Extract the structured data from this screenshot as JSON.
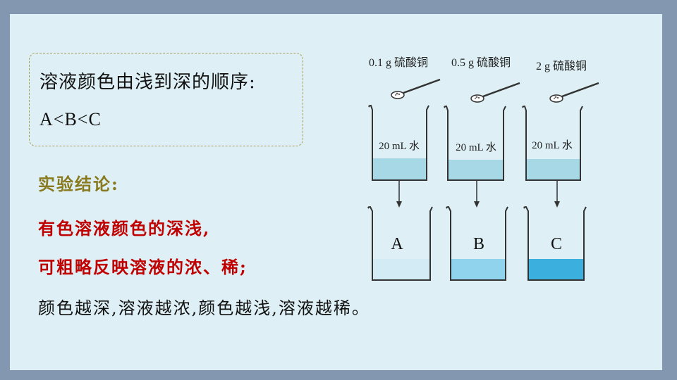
{
  "order_box": {
    "title": "溶液颜色由浅到深的顺序:",
    "value": "A<B<C"
  },
  "conclusion": {
    "heading": "实验结论:",
    "line1": "有色溶液颜色的深浅,",
    "line2": "可粗略反映溶液的浓、稀;",
    "line3": "颜色越深,溶液越浓,颜色越浅,溶液越稀。"
  },
  "beakers": [
    {
      "label": "0.1 g 硫酸铜",
      "water": "20 mL 水",
      "result": "A",
      "color": "#d2ebf5"
    },
    {
      "label": "0.5 g 硫酸铜",
      "water": "20 mL 水",
      "result": "B",
      "color": "#8fd3ec"
    },
    {
      "label": "2 g 硫酸铜",
      "water": "20 mL 水",
      "result": "C",
      "color": "#3bb0de"
    }
  ],
  "colors": {
    "water": "#a6d8e6",
    "conclusion_heading": "#8a7a1f",
    "conclusion_emphasis": "#c00000",
    "slide_background": "#def0f5",
    "frame": "#8497b0"
  }
}
